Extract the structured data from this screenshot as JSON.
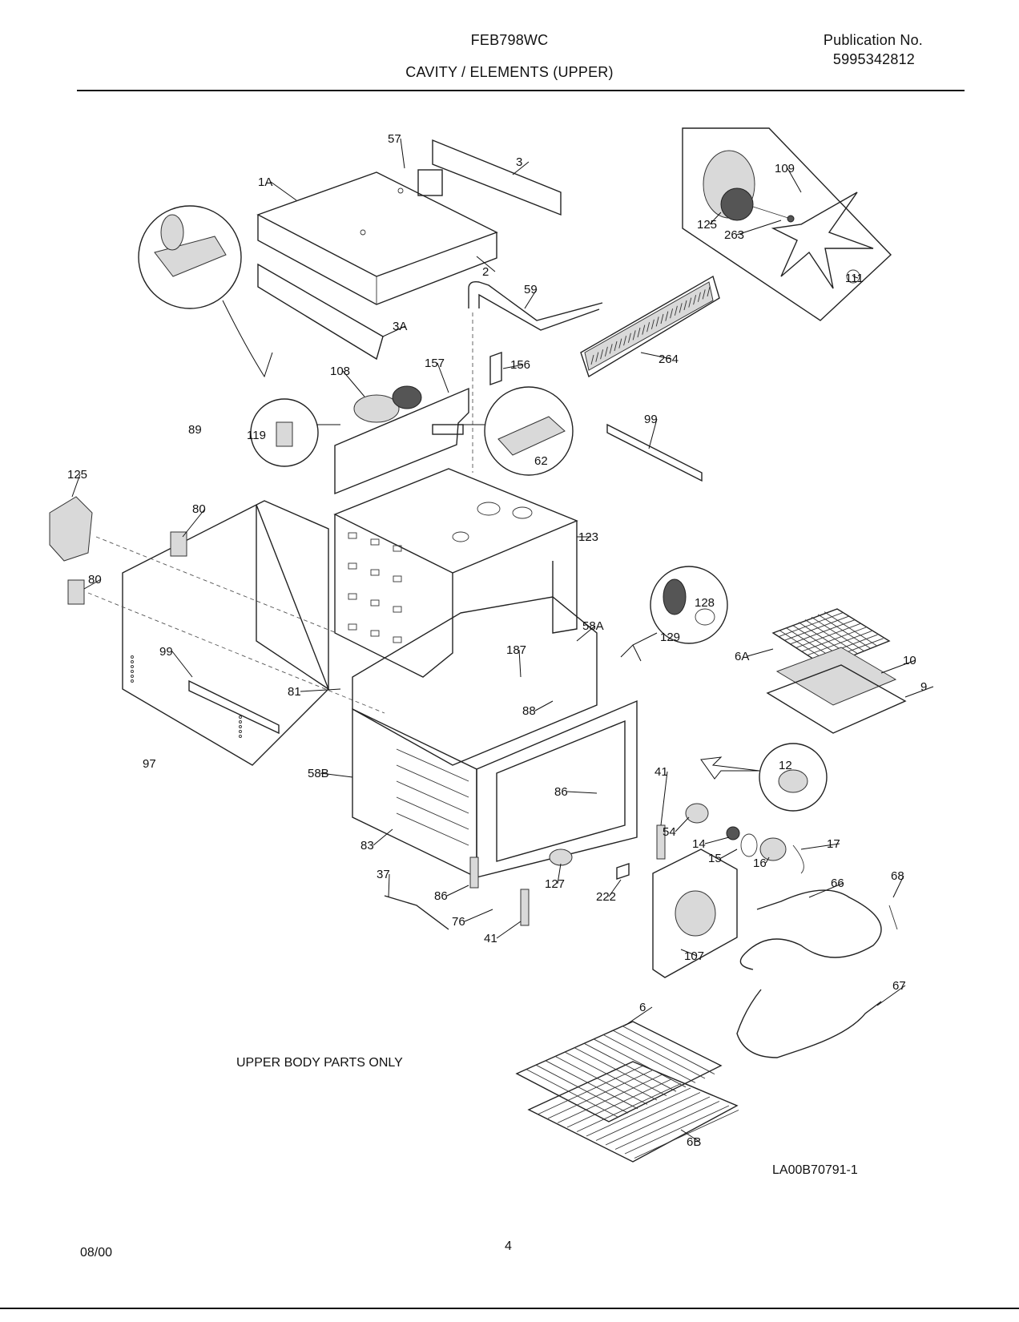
{
  "header": {
    "model": "FEB798WC",
    "section": "CAVITY / ELEMENTS (UPPER)",
    "publication_label": "Publication No.",
    "publication_number": "5995342812"
  },
  "footer": {
    "date": "08/00",
    "page": "4"
  },
  "diagram": {
    "note": "UPPER BODY PARTS ONLY",
    "doc_id": "LA00B70791-1",
    "callouts": [
      {
        "id": "c57",
        "label": "57"
      },
      {
        "id": "c3",
        "label": "3"
      },
      {
        "id": "c1a",
        "label": "1A"
      },
      {
        "id": "c2",
        "label": "2"
      },
      {
        "id": "c3a",
        "label": "3A"
      },
      {
        "id": "c59",
        "label": "59"
      },
      {
        "id": "c109",
        "label": "109"
      },
      {
        "id": "c125t",
        "label": "125"
      },
      {
        "id": "c263",
        "label": "263"
      },
      {
        "id": "c111",
        "label": "111"
      },
      {
        "id": "c264",
        "label": "264"
      },
      {
        "id": "c156",
        "label": "156"
      },
      {
        "id": "c157",
        "label": "157"
      },
      {
        "id": "c108",
        "label": "108"
      },
      {
        "id": "c89",
        "label": "89"
      },
      {
        "id": "c119",
        "label": "119"
      },
      {
        "id": "c62",
        "label": "62"
      },
      {
        "id": "c99a",
        "label": "99"
      },
      {
        "id": "c125l",
        "label": "125"
      },
      {
        "id": "c80a",
        "label": "80"
      },
      {
        "id": "c80b",
        "label": "80"
      },
      {
        "id": "c123",
        "label": "123"
      },
      {
        "id": "c128",
        "label": "128"
      },
      {
        "id": "c129",
        "label": "129"
      },
      {
        "id": "c58a",
        "label": "58A"
      },
      {
        "id": "c6a",
        "label": "6A"
      },
      {
        "id": "c10",
        "label": "10"
      },
      {
        "id": "c9",
        "label": "9"
      },
      {
        "id": "c187",
        "label": "187"
      },
      {
        "id": "c99b",
        "label": "99"
      },
      {
        "id": "c81",
        "label": "81"
      },
      {
        "id": "c88",
        "label": "88"
      },
      {
        "id": "c97",
        "label": "97"
      },
      {
        "id": "c58b",
        "label": "58B"
      },
      {
        "id": "c12",
        "label": "12"
      },
      {
        "id": "c41a",
        "label": "41"
      },
      {
        "id": "c86a",
        "label": "86"
      },
      {
        "id": "c83",
        "label": "83"
      },
      {
        "id": "c54",
        "label": "54"
      },
      {
        "id": "c14",
        "label": "14"
      },
      {
        "id": "c17",
        "label": "17"
      },
      {
        "id": "c15",
        "label": "15"
      },
      {
        "id": "c16",
        "label": "16"
      },
      {
        "id": "c37",
        "label": "37"
      },
      {
        "id": "c127",
        "label": "127"
      },
      {
        "id": "c222",
        "label": "222"
      },
      {
        "id": "c86b",
        "label": "86"
      },
      {
        "id": "c76",
        "label": "76"
      },
      {
        "id": "c41b",
        "label": "41"
      },
      {
        "id": "c66",
        "label": "66"
      },
      {
        "id": "c68",
        "label": "68"
      },
      {
        "id": "c107",
        "label": "107"
      },
      {
        "id": "c67",
        "label": "67"
      },
      {
        "id": "c6",
        "label": "6"
      },
      {
        "id": "c6b",
        "label": "6B"
      }
    ]
  }
}
